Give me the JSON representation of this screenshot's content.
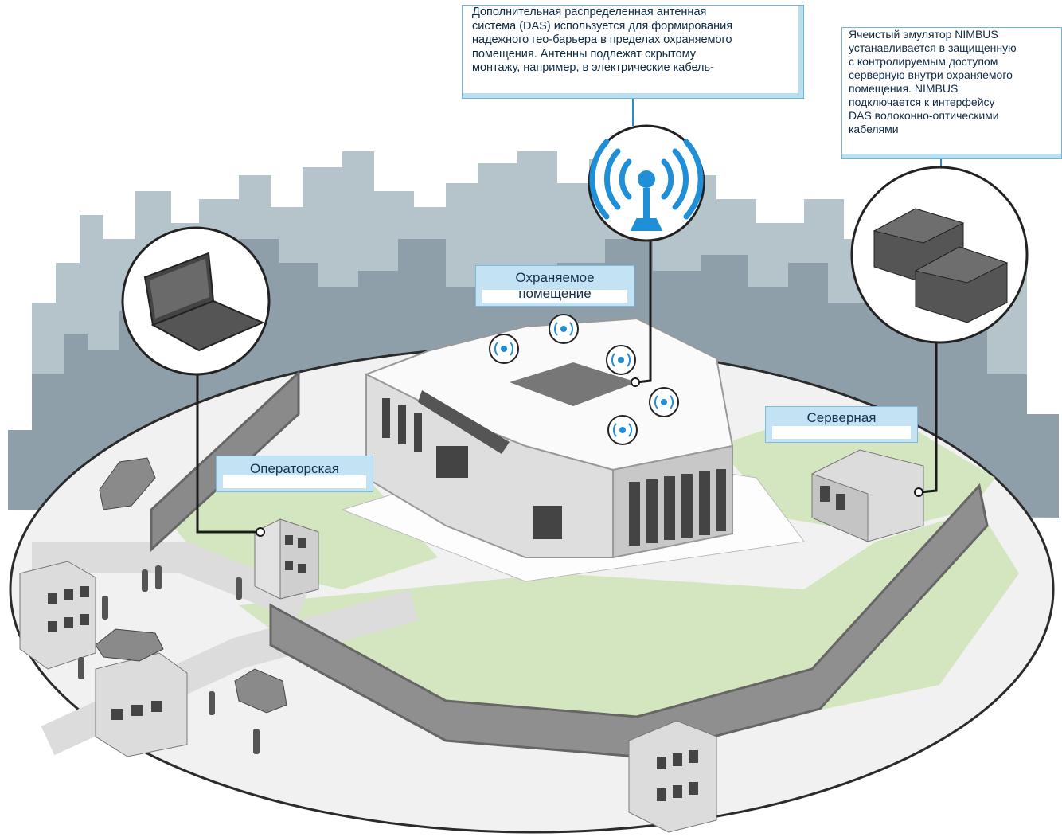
{
  "callouts": {
    "das": "Дополнительная распределенная антенная\nсистема (DAS) используется для формирования\nнадежного гео-барьера в пределах охраняемого\nпомещения. Антенны подлежат скрытому\nмонтажу, например, в электрические кабель-",
    "nimbus": "Ячеистый эмулятор NIMBUS\nустанавливается в защищенную\nс контролируемым доступом\nсерверную внутри охраняемого\nпомещения. NIMBUS\nподключается к интерфейсу\nDAS волоконно-оптическими\nкабелями"
  },
  "labels": {
    "protected_area": "Охраняемое\nпомещение",
    "server_room": "Серверная",
    "operator_room": "Операторская"
  },
  "icons": {
    "antenna": "antenna-icon",
    "laptop": "laptop-icon",
    "servers": "server-units-icon"
  },
  "colors": {
    "accent_blue": "#1f8fd8",
    "callout_fill": "#b8dff2",
    "skyline": "#8fa1ac",
    "lawn": "#d3e6bf",
    "ground": "#f0f0f0"
  }
}
